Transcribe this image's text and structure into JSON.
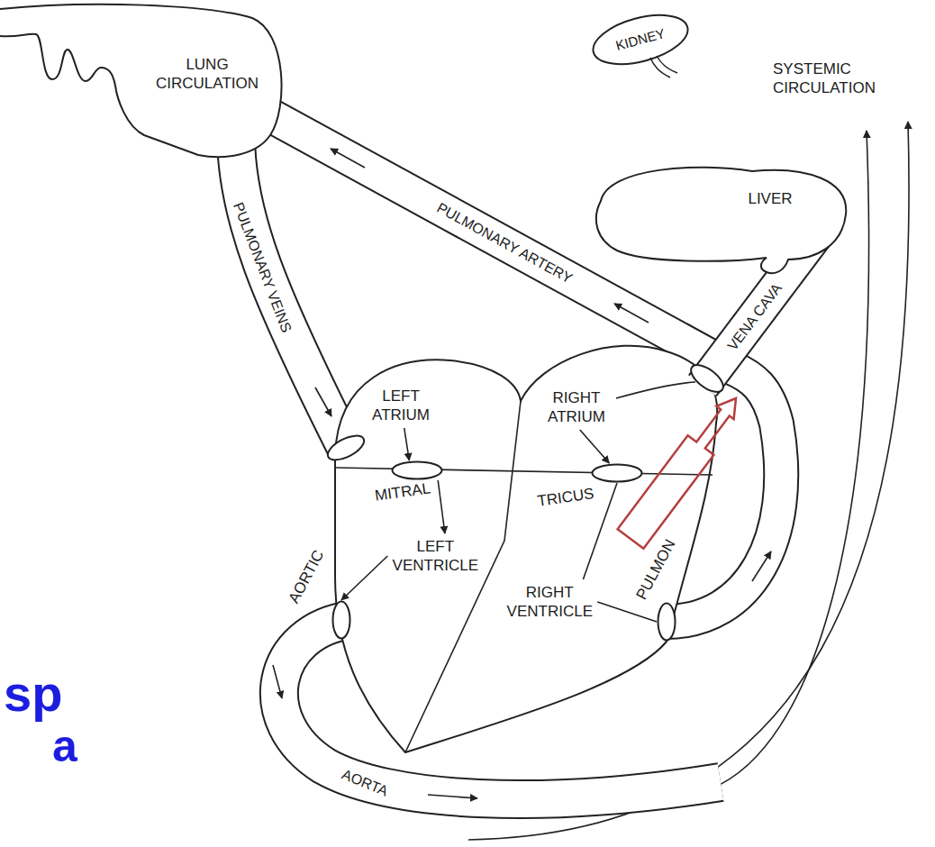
{
  "diagram": {
    "nodes": [
      {
        "text": [
          "LUNG CIRCULATION"
        ]
      },
      {
        "text": [
          "KIDNEY"
        ]
      },
      {
        "text": [
          "LIVER"
        ]
      },
      {
        "text": [
          "LEFT ATRIUM"
        ]
      },
      {
        "text": [
          "RIGHT ATRIUM"
        ]
      },
      {
        "text": [
          "MITRAL"
        ]
      },
      {
        "text": [
          "TRICUS"
        ]
      },
      {
        "text": [
          "LEFT VENTRICLE"
        ]
      },
      {
        "text": [
          "AORTIC"
        ]
      },
      {
        "text": [
          "RIGHT VENTRICLE"
        ]
      },
      {
        "text": [
          "PULMON"
        ]
      }
    ],
    "edges": [
      {
        "from": 3,
        "to": 5,
        "arrow": "to"
      },
      {
        "from": 5,
        "to": 7,
        "arrow": "to"
      },
      {
        "from": 7,
        "to": 8,
        "arrow": "to"
      },
      {
        "from": 4,
        "to": 6,
        "arrow": "to"
      },
      {
        "from": 6,
        "to": 9,
        "arrow": "none"
      },
      {
        "from": 9,
        "to": 10,
        "arrow": "none"
      }
    ],
    "labels": [
      "SYSTEMIC CIRCULATION",
      "PULMONARY ARTERY",
      "PULMONARY VEINS",
      "VENA CAVA",
      "AORTA",
      "sp",
      "a"
    ]
  }
}
